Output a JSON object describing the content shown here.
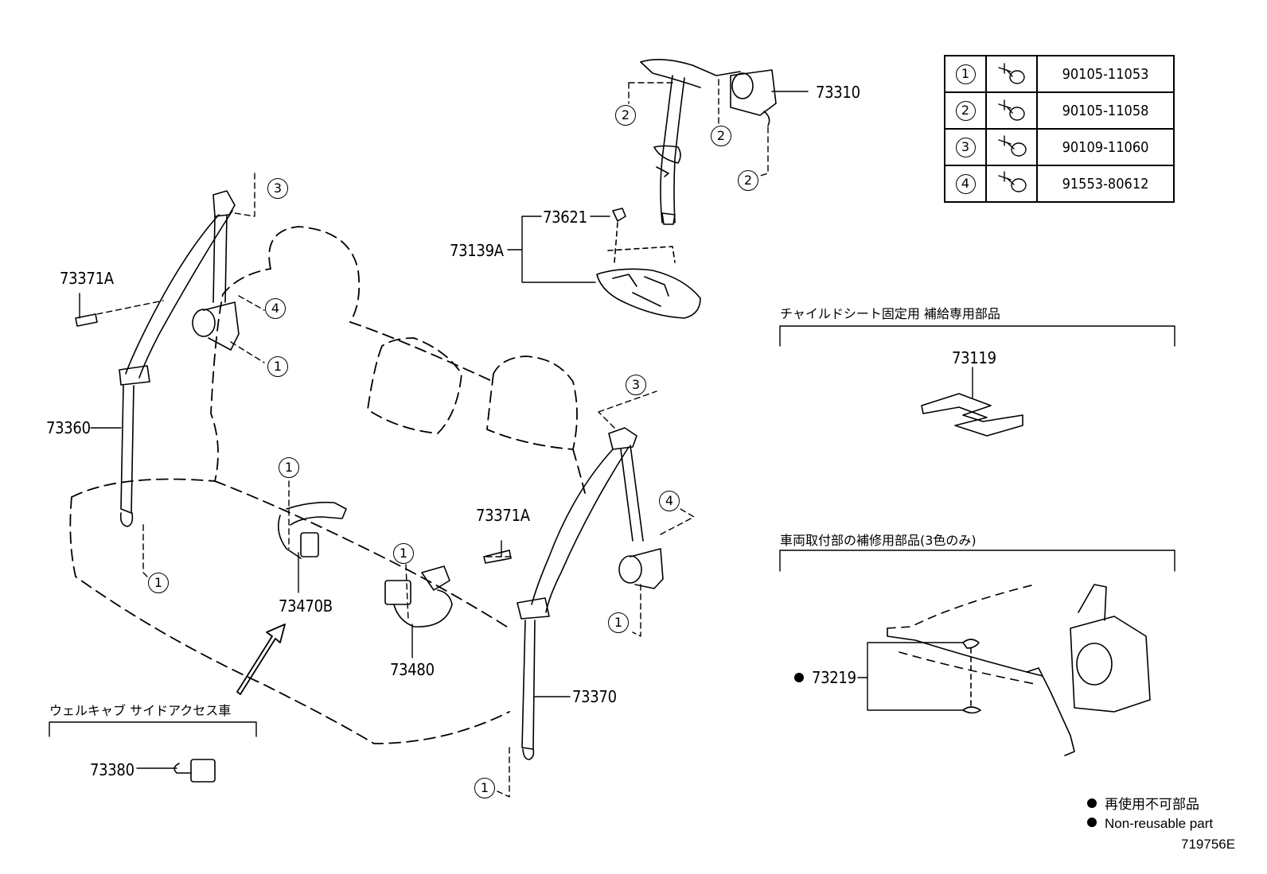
{
  "fasteners": [
    {
      "index": "1",
      "part": "90105-11053"
    },
    {
      "index": "2",
      "part": "90105-11058"
    },
    {
      "index": "3",
      "part": "90109-11060"
    },
    {
      "index": "4",
      "part": "91553-80612"
    }
  ],
  "part_numbers": {
    "p73310": "73310",
    "p73621": "73621",
    "p73139A": "73139A",
    "p73371A_left": "73371A",
    "p73360": "73360",
    "p73371A_mid": "73371A",
    "p73470B": "73470B",
    "p73480": "73480",
    "p73370": "73370",
    "p73380": "73380",
    "p73119": "73119",
    "p73219": "73219"
  },
  "headers": {
    "child_seat": "チャイルドシート固定用 補給専用部品",
    "repair": "車両取付部の補修用部品(3色のみ)",
    "welcab": "ウェルキャブ サイドアクセス車"
  },
  "callouts": [
    "1",
    "2",
    "3",
    "4"
  ],
  "legend": {
    "jp": "再使用不可部品",
    "en": "Non-reusable part"
  },
  "diagram_id": "719756E",
  "colors": {
    "ink": "#000000",
    "background": "#ffffff"
  }
}
